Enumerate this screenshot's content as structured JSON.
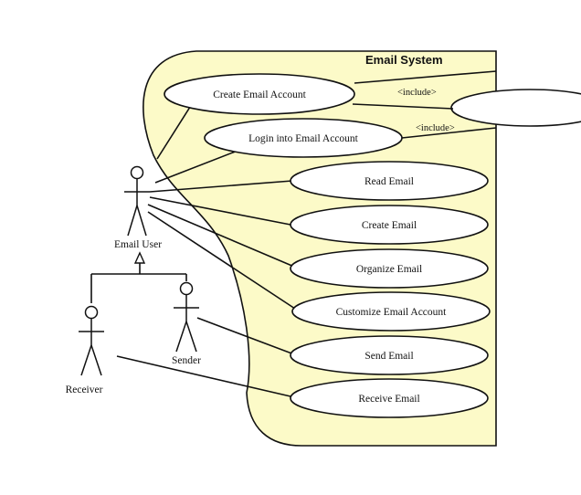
{
  "system": {
    "title": "Email System",
    "fill_color": "#fcfac8"
  },
  "use_cases": {
    "create_account": "Create Email Account",
    "login": "Login into Email Account",
    "read": "Read Email",
    "create": "Create Email",
    "organize": "Organize Email",
    "customize": "Customize Email Account",
    "send": "Send Email",
    "receive": "Receive Email"
  },
  "include_labels": {
    "first": "<include>",
    "second": "<include>"
  },
  "actors": {
    "email_user": "Email User",
    "sender": "Sender",
    "receiver": "Receiver"
  }
}
